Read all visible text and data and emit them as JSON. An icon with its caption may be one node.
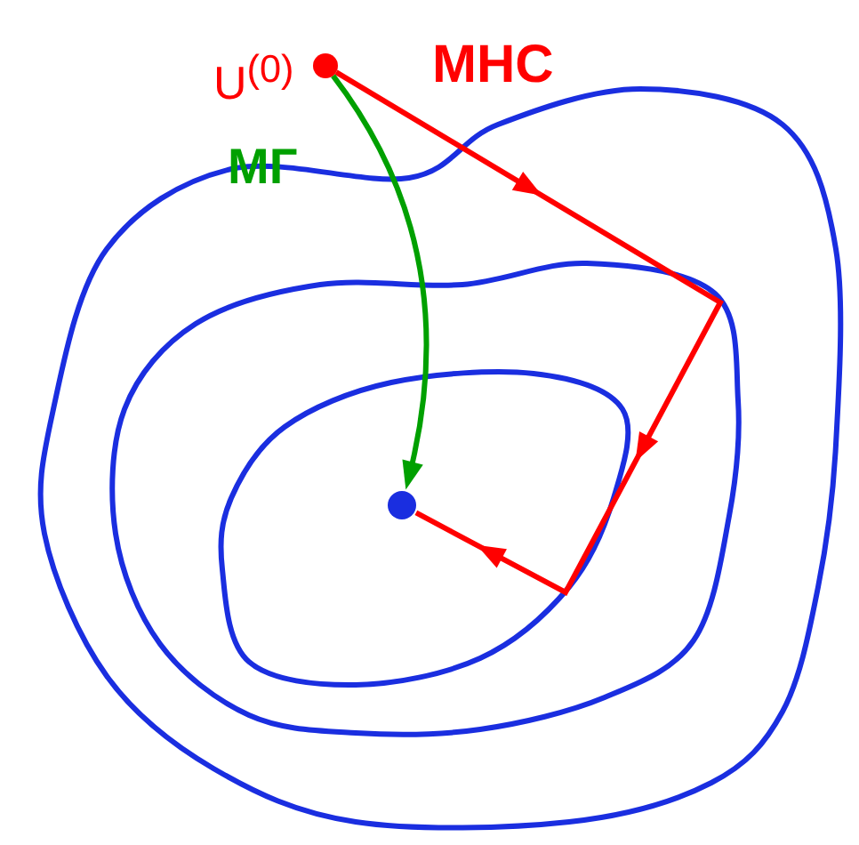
{
  "diagram": {
    "nodes": [
      {
        "text": [],
        "shape": "circle",
        "beside": [
          "U$^{(0)}$"
        ]
      },
      {
        "text": [],
        "shape": "circle"
      }
    ],
    "edges": [
      {
        "from": 0,
        "to": 1,
        "arrow": "to",
        "label": "МНС",
        "color": "#ff0000"
      },
      {
        "from": 0,
        "to": 1,
        "arrow": "to",
        "label": "МГ",
        "color": "#00a000"
      }
    ]
  }
}
